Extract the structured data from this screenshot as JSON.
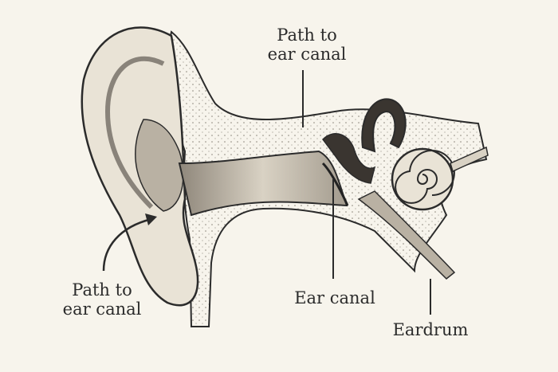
{
  "diagram": {
    "labels": {
      "top_path": {
        "line1": "Path to",
        "line2": "ear canal"
      },
      "left_path": {
        "line1": "Path to",
        "line2": "ear canal"
      },
      "ear_canal": "Ear canal",
      "eardrum": "Eardrum"
    },
    "colors": {
      "background": "#f7f4ec",
      "ink": "#2b2b2b",
      "tissue": "#ece6da"
    }
  }
}
